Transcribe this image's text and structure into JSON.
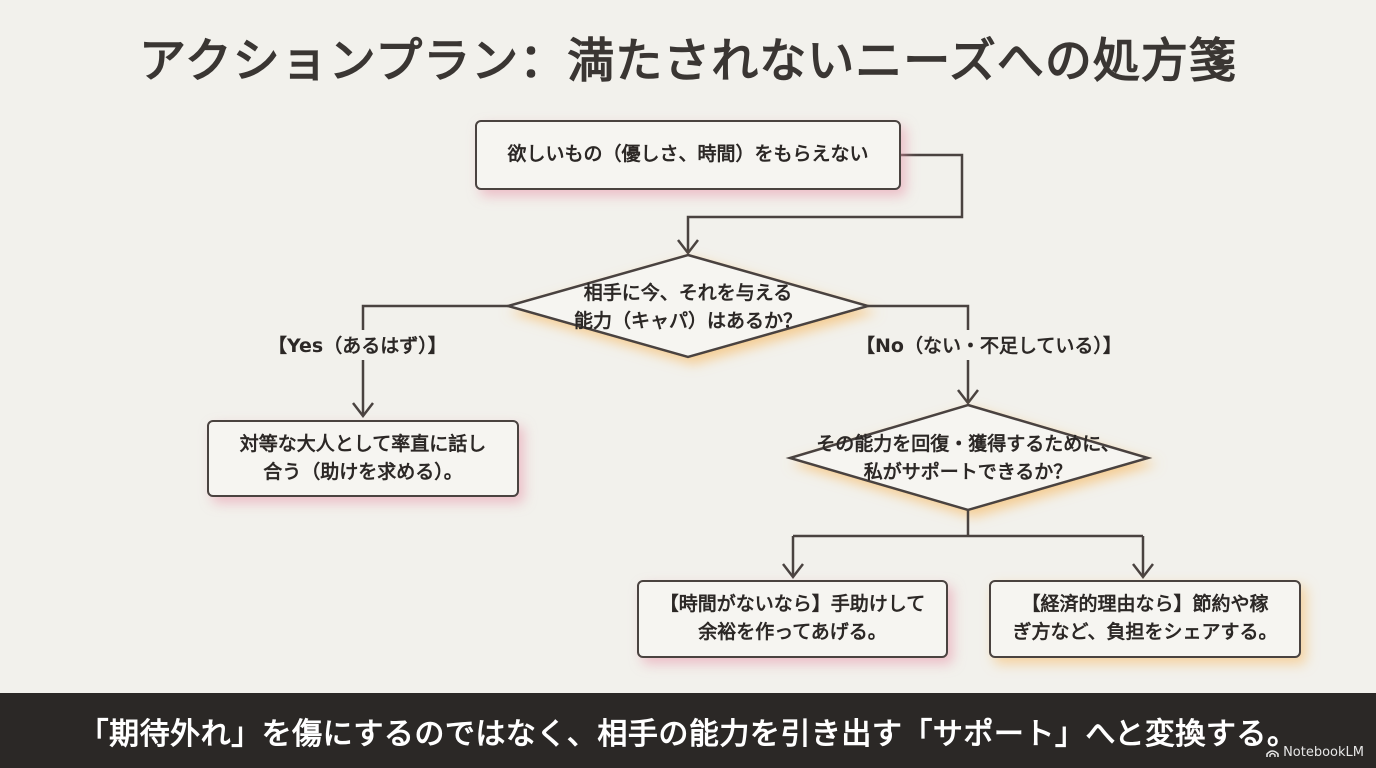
{
  "title": "アクションプラン：満たされないニーズへの処方箋",
  "flowchart": {
    "start": "欲しいもの（優しさ、時間）をもらえない",
    "decision1": "相手に今、それを与える\n能力（キャパ）はあるか？",
    "yes_label": "【Yes（あるはず）】",
    "no_label": "【No（ない・不足している）】",
    "yes_action": "対等な大人として率直に話し\n合う（助けを求める）。",
    "decision2": "その能力を回復・獲得するために、\n私がサポートできるか？",
    "action_time": "【時間がないなら】手助けして\n余裕を作ってあげる。",
    "action_money": "【経済的理由なら】節約や稼\nぎ方など、負担をシェアする。"
  },
  "footer": {
    "message": "「期待外れ」を傷にするのではなく、相手の能力を引き出す「サポート」へと変換する。",
    "brand": "NotebookLM"
  },
  "colors": {
    "background": "#f2f1ec",
    "footer_bg": "#2b2826",
    "stroke": "#4a4340",
    "glow_pink": "#e896aa",
    "glow_orange": "#f6be6e"
  },
  "icons": {
    "arrow": "arrow-down-icon",
    "brand": "notebooklm-logo-icon"
  }
}
